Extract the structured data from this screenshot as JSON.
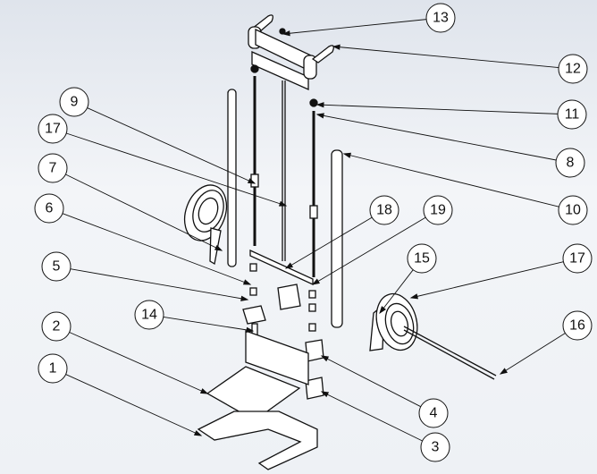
{
  "title": "Hand truck exploded assembly view",
  "balloons": [
    "13",
    "12",
    "11",
    "8",
    "10",
    "9",
    "17",
    "7",
    "6",
    "18",
    "19",
    "5",
    "15",
    "17",
    "14",
    "16",
    "2",
    "1",
    "4",
    "3"
  ],
  "colors": {
    "line": "#111111",
    "balloon_fill": "#ffffff"
  }
}
